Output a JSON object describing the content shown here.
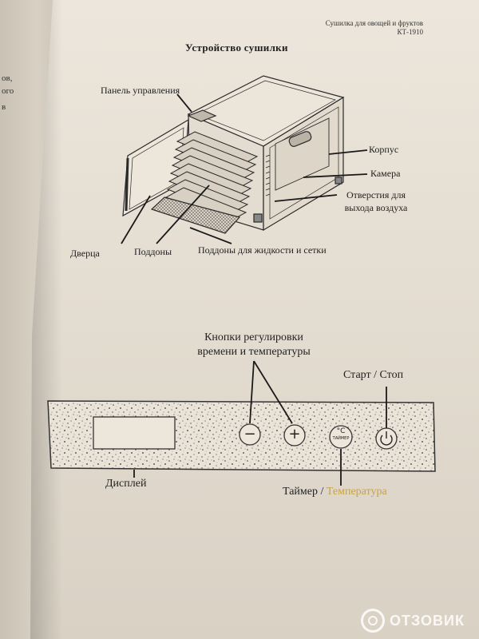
{
  "left_page": {
    "fragments": [
      "ов,",
      "ого",
      "в"
    ]
  },
  "header": {
    "line1": "Сушилка для овощей и фруктов",
    "line2": "КТ-1910"
  },
  "title": "Устройство сушилки",
  "diagram_labels": {
    "control_panel": "Панель управления",
    "body": "Корпус",
    "chamber": "Камера",
    "vents_line1": "Отверстия для",
    "vents_line2": "выхода воздуха",
    "door": "Дверца",
    "trays": "Поддоны",
    "liquid_trays": "Поддоны для жидкости и сетки"
  },
  "panel_labels": {
    "adjust_line1": "Кнопки регулировки",
    "adjust_line2": "времени и температуры",
    "start_stop_a": "Старт / ",
    "start_stop_b": "Стоп",
    "display": "Дисплей",
    "timer_temp_a": "Таймер / ",
    "timer_temp_b": "Температура",
    "minus_symbol": "−",
    "plus_symbol": "+",
    "temp_symbol": "°C",
    "timer_word": "ТАЙМЕР"
  },
  "watermark": "ОТЗОВИК",
  "colors": {
    "paper": "#e6dfd3",
    "ink": "#222222",
    "accent_yellow": "#c9a43e"
  }
}
